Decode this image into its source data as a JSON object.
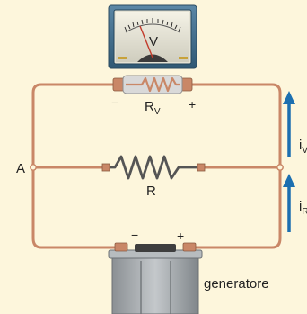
{
  "voltmeter": {
    "dial_label": "V",
    "resistor_label": "R",
    "resistor_subscript": "V",
    "minus_sign": "−",
    "plus_sign": "+"
  },
  "resistor": {
    "label": "R"
  },
  "node": {
    "label": "A"
  },
  "currents": {
    "upper": {
      "label": "i",
      "subscript": "V"
    },
    "lower": {
      "label": "i",
      "subscript": "R"
    }
  },
  "generator": {
    "label": "generatore",
    "minus_sign": "−",
    "plus_sign": "+"
  },
  "colors": {
    "background": "#fdf6dc",
    "wire": "#c98767",
    "arrow": "#1c6fb0",
    "meter_frame": "#3f6f8f",
    "battery_body": "#9aa0a4"
  }
}
